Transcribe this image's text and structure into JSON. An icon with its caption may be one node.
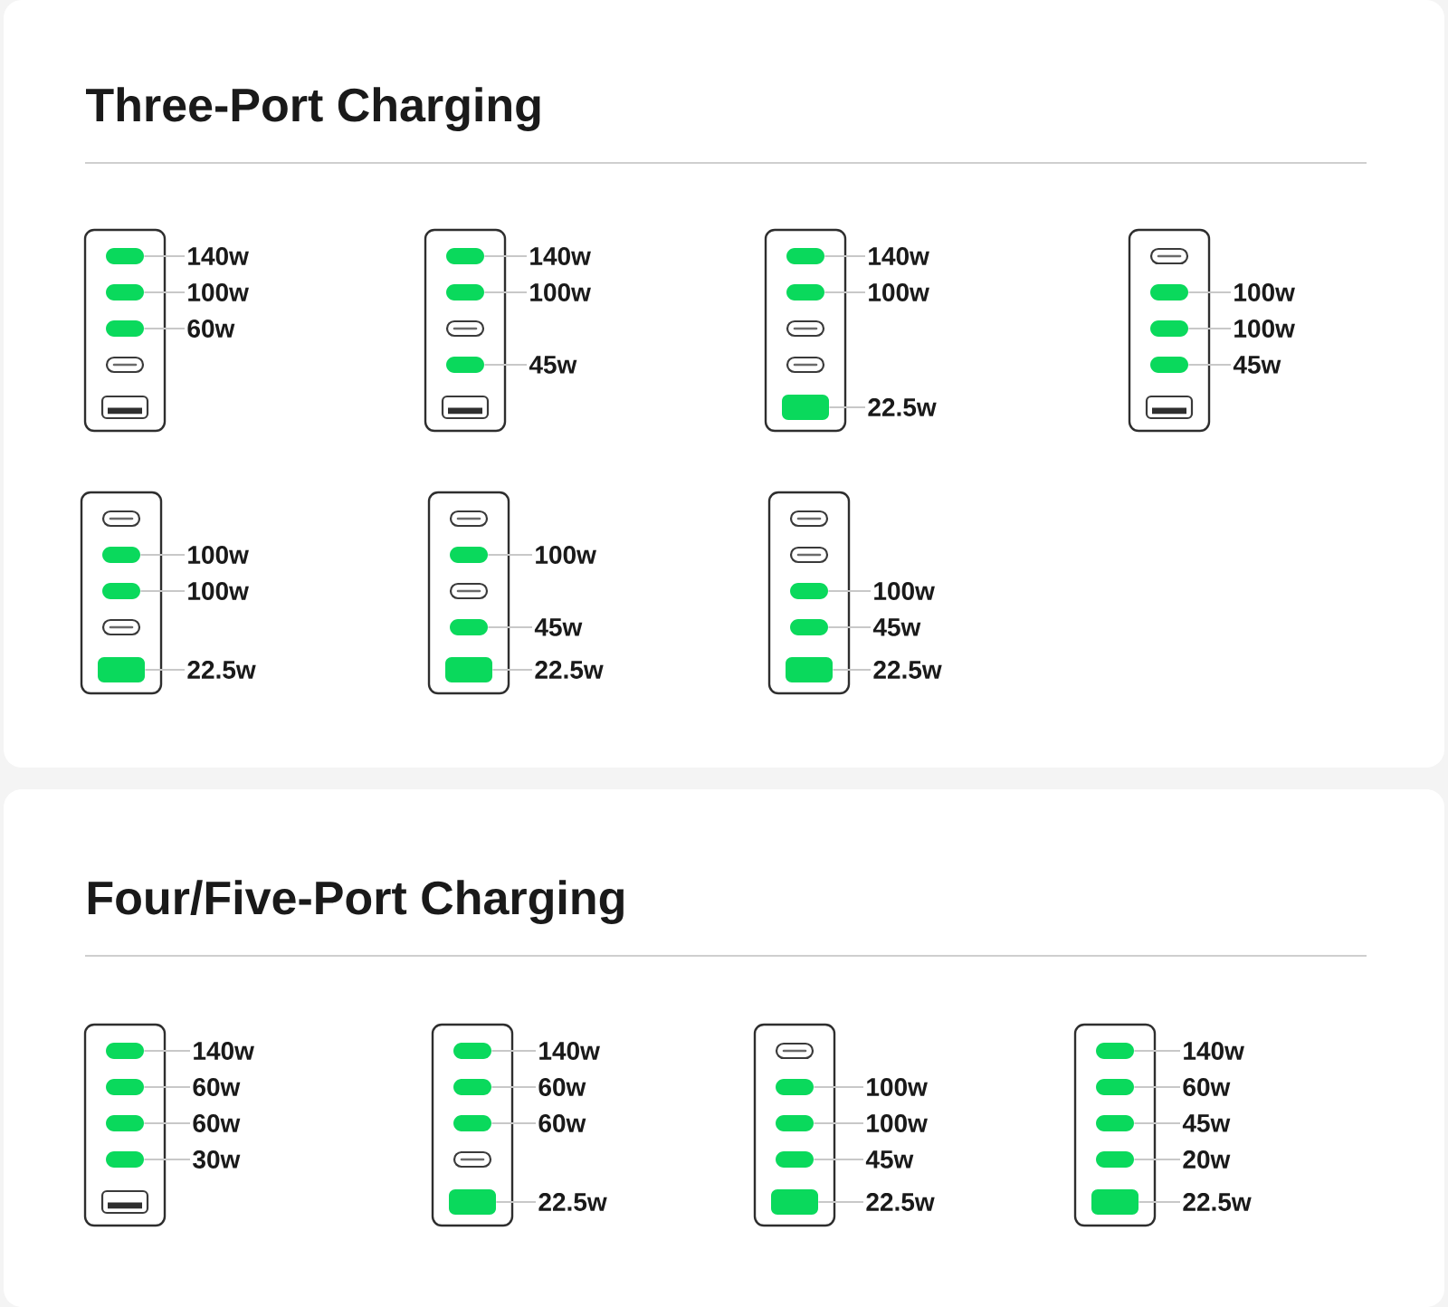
{
  "diagram": {
    "nodes": [
      {
        "text": [
          "Three-Port Charging"
        ]
      },
      {
        "text": [],
        "shape": "box",
        "in": 0
      },
      {
        "text": [],
        "shape": "bar",
        "in": 1
      },
      {
        "text": [],
        "shape": "bar",
        "in": 1
      },
      {
        "text": [],
        "shape": "bar",
        "in": 1
      },
      {
        "text": [],
        "shape": "box",
        "in": 1
      },
      {
        "text": [],
        "shape": "box",
        "in": 1
      },
      {
        "text": [
          "140w"
        ],
        "in": 0
      },
      {
        "text": [
          "100w"
        ],
        "in": 0
      },
      {
        "text": [
          "60w"
        ],
        "in": 0
      },
      {
        "text": [],
        "shape": "box",
        "in": 0
      },
      {
        "text": [],
        "shape": "bar",
        "in": 10
      },
      {
        "text": [],
        "shape": "bar",
        "in": 10
      },
      {
        "text": [],
        "shape": "box",
        "in": 10
      },
      {
        "text": [],
        "shape": "bar",
        "in": 10
      },
      {
        "text": [],
        "shape": "box",
        "in": 10
      },
      {
        "text": [
          "140w"
        ],
        "in": 0
      },
      {
        "text": [
          "100w"
        ],
        "in": 0
      },
      {
        "text": [
          "45w"
        ],
        "in": 0
      },
      {
        "text": [],
        "shape": "box",
        "in": 0
      },
      {
        "text": [],
        "shape": "bar",
        "in": 19
      },
      {
        "text": [],
        "shape": "bar",
        "in": 19
      },
      {
        "text": [],
        "shape": "box",
        "in": 19
      },
      {
        "text": [],
        "shape": "box",
        "in": 19
      },
      {
        "text": [],
        "shape": "bar",
        "in": 19
      },
      {
        "text": [
          "140w"
        ],
        "in": 0
      },
      {
        "text": [
          "100w"
        ],
        "in": 0
      },
      {
        "text": [
          "22.5w"
        ],
        "in": 0
      },
      {
        "text": [],
        "shape": "box",
        "in": 0
      },
      {
        "text": [],
        "shape": "box",
        "in": 28
      },
      {
        "text": [],
        "shape": "bar",
        "in": 28
      },
      {
        "text": [],
        "shape": "bar",
        "in": 28
      },
      {
        "text": [],
        "shape": "bar",
        "in": 28
      },
      {
        "text": [],
        "shape": "box",
        "in": 28
      },
      {
        "text": [
          "100w"
        ],
        "in": 0
      },
      {
        "text": [
          "100w"
        ],
        "in": 0
      },
      {
        "text": [
          "45w"
        ],
        "in": 0
      },
      {
        "text": [],
        "shape": "box",
        "in": 0
      },
      {
        "text": [],
        "shape": "box",
        "in": 37
      },
      {
        "text": [],
        "shape": "bar",
        "in": 37
      },
      {
        "text": [],
        "shape": "bar",
        "in": 37
      },
      {
        "text": [],
        "shape": "box",
        "in": 37
      },
      {
        "text": [],
        "shape": "bar",
        "in": 37
      },
      {
        "text": [
          "100w"
        ],
        "in": 0
      },
      {
        "text": [
          "100w"
        ],
        "in": 0
      },
      {
        "text": [
          "22.5w"
        ],
        "in": 0
      },
      {
        "text": [],
        "shape": "box",
        "in": 0
      },
      {
        "text": [],
        "shape": "box",
        "in": 46
      },
      {
        "text": [],
        "shape": "bar",
        "in": 46
      },
      {
        "text": [],
        "shape": "box",
        "in": 46
      },
      {
        "text": [],
        "shape": "bar",
        "in": 46
      },
      {
        "text": [],
        "shape": "bar",
        "in": 46
      },
      {
        "text": [
          "100w"
        ],
        "in": 0
      },
      {
        "text": [
          "45w"
        ],
        "in": 0
      },
      {
        "text": [
          "22.5w"
        ],
        "in": 0
      },
      {
        "text": [],
        "shape": "box",
        "in": 0
      },
      {
        "text": [],
        "shape": "box",
        "in": 55
      },
      {
        "text": [],
        "shape": "box",
        "in": 55
      },
      {
        "text": [],
        "shape": "bar",
        "in": 55
      },
      {
        "text": [],
        "shape": "bar",
        "in": 55
      },
      {
        "text": [],
        "shape": "bar",
        "in": 55
      },
      {
        "text": [
          "100w"
        ],
        "in": 0
      },
      {
        "text": [
          "45w"
        ],
        "in": 0
      },
      {
        "text": [
          "22.5w"
        ],
        "in": 0
      },
      {
        "text": [
          "Four/Five-Port Charging"
        ]
      },
      {
        "text": [],
        "shape": "box",
        "in": 64
      },
      {
        "text": [],
        "shape": "bar",
        "in": 65
      },
      {
        "text": [],
        "shape": "bar",
        "in": 65
      },
      {
        "text": [],
        "shape": "bar",
        "in": 65
      },
      {
        "text": [],
        "shape": "bar",
        "in": 65
      },
      {
        "text": [],
        "shape": "box",
        "in": 65
      },
      {
        "text": [
          "140w"
        ],
        "in": 64
      },
      {
        "text": [
          "60w"
        ],
        "in": 64
      },
      {
        "text": [
          "60w"
        ],
        "in": 64
      },
      {
        "text": [
          "30w"
        ],
        "in": 64
      },
      {
        "text": [],
        "shape": "box",
        "in": 64
      },
      {
        "text": [],
        "shape": "bar",
        "in": 75
      },
      {
        "text": [],
        "shape": "bar",
        "in": 75
      },
      {
        "text": [],
        "shape": "bar",
        "in": 75
      },
      {
        "text": [],
        "shape": "box",
        "in": 75
      },
      {
        "text": [],
        "shape": "bar",
        "in": 75
      },
      {
        "text": [
          "140w"
        ],
        "in": 64
      },
      {
        "text": [
          "60w"
        ],
        "in": 64
      },
      {
        "text": [
          "60w"
        ],
        "in": 64
      },
      {
        "text": [
          "22.5w"
        ],
        "in": 64
      },
      {
        "text": [],
        "shape": "box",
        "in": 64
      },
      {
        "text": [],
        "shape": "box",
        "in": 85
      },
      {
        "text": [],
        "shape": "bar",
        "in": 85
      },
      {
        "text": [],
        "shape": "bar",
        "in": 85
      },
      {
        "text": [],
        "shape": "bar",
        "in": 85
      },
      {
        "text": [],
        "shape": "bar",
        "in": 85
      },
      {
        "text": [
          "100w"
        ],
        "in": 64
      },
      {
        "text": [
          "100w"
        ],
        "in": 64
      },
      {
        "text": [
          "45w"
        ],
        "in": 64
      },
      {
        "text": [
          "22.5w"
        ],
        "in": 64
      },
      {
        "text": [],
        "shape": "box",
        "in": 64
      },
      {
        "text": [],
        "shape": "bar",
        "in": 95
      },
      {
        "text": [],
        "shape": "bar",
        "in": 95
      },
      {
        "text": [],
        "shape": "bar",
        "in": 95
      },
      {
        "text": [],
        "shape": "bar",
        "in": 95
      },
      {
        "text": [],
        "shape": "bar",
        "in": 95
      },
      {
        "text": [
          "140w"
        ],
        "in": 64
      },
      {
        "text": [
          "60w"
        ],
        "in": 64
      },
      {
        "text": [
          "45w"
        ],
        "in": 64
      },
      {
        "text": [
          "20w"
        ],
        "in": 64
      },
      {
        "text": [
          "22.5w"
        ],
        "in": 64
      }
    ],
    "edges": [
      {
        "from": 7,
        "to": 2,
        "arrow": "none"
      },
      {
        "from": 8,
        "to": 3,
        "arrow": "none"
      },
      {
        "from": 9,
        "to": 4,
        "arrow": "none"
      },
      {
        "from": 16,
        "to": 11,
        "arrow": "none"
      },
      {
        "from": 17,
        "to": 12,
        "arrow": "none"
      },
      {
        "from": 18,
        "to": 14,
        "arrow": "none"
      },
      {
        "from": 25,
        "to": 20,
        "arrow": "none"
      },
      {
        "from": 26,
        "to": 21,
        "arrow": "none"
      },
      {
        "from": 27,
        "to": 24,
        "arrow": "none"
      },
      {
        "from": 34,
        "to": 30,
        "arrow": "none"
      },
      {
        "from": 35,
        "to": 31,
        "arrow": "none"
      },
      {
        "from": 36,
        "to": 32,
        "arrow": "none"
      },
      {
        "from": 43,
        "to": 39,
        "arrow": "none"
      },
      {
        "from": 44,
        "to": 40,
        "arrow": "none"
      },
      {
        "from": 45,
        "to": 42,
        "arrow": "none"
      },
      {
        "from": 52,
        "to": 48,
        "arrow": "none"
      },
      {
        "from": 53,
        "to": 50,
        "arrow": "none"
      },
      {
        "from": 54,
        "to": 51,
        "arrow": "none"
      },
      {
        "from": 61,
        "to": 58,
        "arrow": "none"
      },
      {
        "from": 62,
        "to": 59,
        "arrow": "none"
      },
      {
        "from": 63,
        "to": 60,
        "arrow": "none"
      },
      {
        "from": 71,
        "to": 66,
        "arrow": "none"
      },
      {
        "from": 72,
        "to": 67,
        "arrow": "none"
      },
      {
        "from": 73,
        "to": 68,
        "arrow": "none"
      },
      {
        "from": 74,
        "to": 69,
        "arrow": "none"
      },
      {
        "from": 81,
        "to": 76,
        "arrow": "none"
      },
      {
        "from": 82,
        "to": 77,
        "arrow": "none"
      },
      {
        "from": 83,
        "to": 78,
        "arrow": "none"
      },
      {
        "from": 84,
        "to": 80,
        "arrow": "none"
      },
      {
        "from": 91,
        "to": 87,
        "arrow": "none"
      },
      {
        "from": 92,
        "to": 88,
        "arrow": "none"
      },
      {
        "from": 93,
        "to": 89,
        "arrow": "none"
      },
      {
        "from": 94,
        "to": 90,
        "arrow": "none"
      },
      {
        "from": 101,
        "to": 96,
        "arrow": "none"
      },
      {
        "from": 102,
        "to": 97,
        "arrow": "none"
      },
      {
        "from": 103,
        "to": 98,
        "arrow": "none"
      },
      {
        "from": 104,
        "to": 99,
        "arrow": "none"
      },
      {
        "from": 105,
        "to": 100,
        "arrow": "none"
      }
    ]
  }
}
